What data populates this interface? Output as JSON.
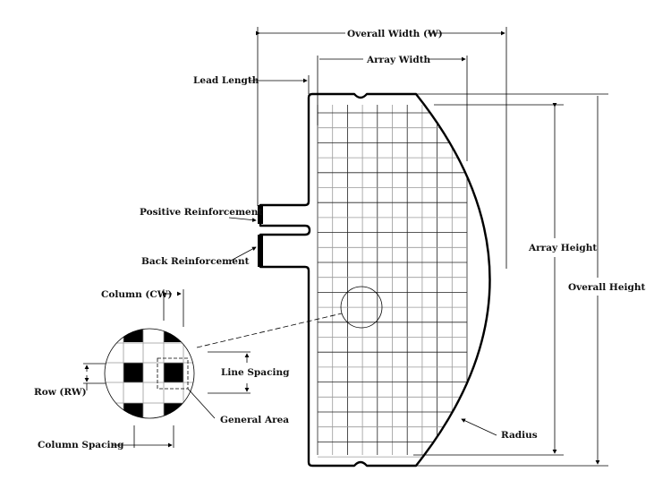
{
  "labels": {
    "overall_width": "Overall Width (W)",
    "array_width": "Array Width",
    "lead_length": "Lead Length",
    "positive_reinforcement": "Positive Reinforcement",
    "back_reinforcement": "Back Reinforcement",
    "array_height": "Array Height",
    "overall_height": "Overall Height",
    "radius": "Radius",
    "column_cw": "Column (CW)",
    "row_rw": "Row (RW)",
    "line_spacing": "Line Spacing",
    "general_area": "General Area",
    "column_spacing": "Column Spacing"
  }
}
